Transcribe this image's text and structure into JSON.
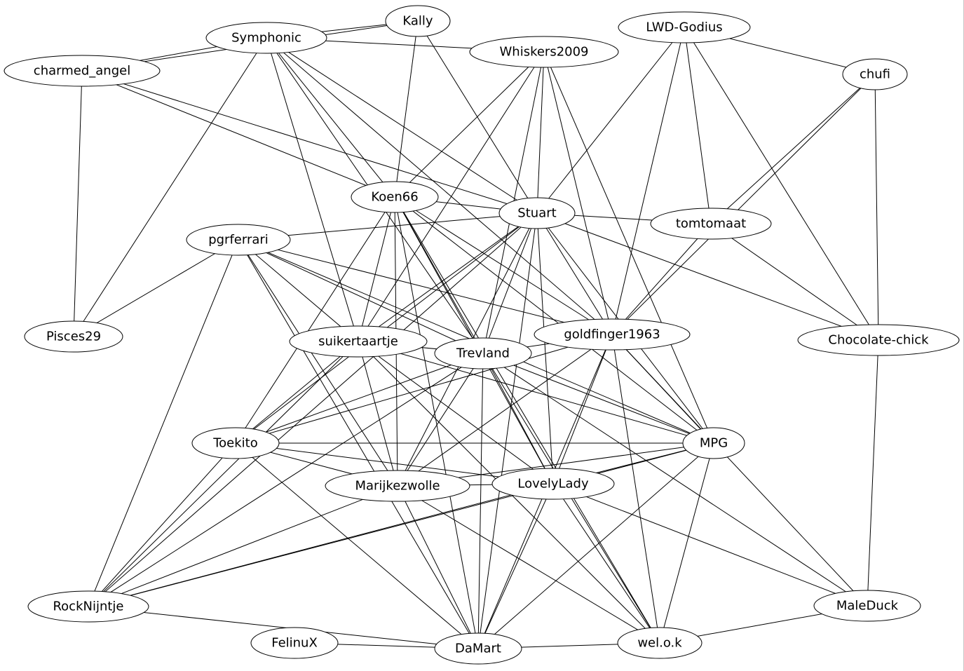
{
  "nodes": [
    {
      "id": "Symphonic",
      "label": "Symphonic"
    },
    {
      "id": "Kally",
      "label": "Kally"
    },
    {
      "id": "charmed_angel",
      "label": "charmed_angel"
    },
    {
      "id": "Whiskers2009",
      "label": "Whiskers2009"
    },
    {
      "id": "LWD-Godius",
      "label": "LWD-Godius"
    },
    {
      "id": "chufi",
      "label": "chufi"
    },
    {
      "id": "Koen66",
      "label": "Koen66"
    },
    {
      "id": "Stuart",
      "label": "Stuart"
    },
    {
      "id": "tomtomaat",
      "label": "tomtomaat"
    },
    {
      "id": "pgrferrari",
      "label": "pgrferrari"
    },
    {
      "id": "Pisces29",
      "label": "Pisces29"
    },
    {
      "id": "suikertaartje",
      "label": "suikertaartje"
    },
    {
      "id": "Trevland",
      "label": "Trevland"
    },
    {
      "id": "goldfinger1963",
      "label": "goldfinger1963"
    },
    {
      "id": "Chocolate-chick",
      "label": "Chocolate-chick"
    },
    {
      "id": "Toekito",
      "label": "Toekito"
    },
    {
      "id": "MPG",
      "label": "MPG"
    },
    {
      "id": "Marijkezwolle",
      "label": "Marijkezwolle"
    },
    {
      "id": "LovelyLady",
      "label": "LovelyLady"
    },
    {
      "id": "RockNijntje",
      "label": "RockNijntje"
    },
    {
      "id": "MaleDuck",
      "label": "MaleDuck"
    },
    {
      "id": "FelinuX",
      "label": "FelinuX"
    },
    {
      "id": "DaMart",
      "label": "DaMart"
    },
    {
      "id": "wel.o.k",
      "label": "wel.o.k"
    }
  ],
  "edges": [
    [
      "Symphonic",
      "Kally"
    ],
    [
      "Symphonic",
      "charmed_angel"
    ],
    [
      "Symphonic",
      "Whiskers2009"
    ],
    [
      "Symphonic",
      "Pisces29"
    ],
    [
      "Symphonic",
      "Koen66"
    ],
    [
      "Symphonic",
      "Stuart"
    ],
    [
      "Symphonic",
      "suikertaartje"
    ],
    [
      "Symphonic",
      "goldfinger1963"
    ],
    [
      "Symphonic",
      "Trevland"
    ],
    [
      "Kally",
      "charmed_angel"
    ],
    [
      "Kally",
      "Koen66"
    ],
    [
      "Kally",
      "Stuart"
    ],
    [
      "charmed_angel",
      "Pisces29"
    ],
    [
      "charmed_angel",
      "Koen66"
    ],
    [
      "charmed_angel",
      "Stuart"
    ],
    [
      "Whiskers2009",
      "Koen66"
    ],
    [
      "Whiskers2009",
      "Stuart"
    ],
    [
      "Whiskers2009",
      "goldfinger1963"
    ],
    [
      "Whiskers2009",
      "suikertaartje"
    ],
    [
      "Whiskers2009",
      "MPG"
    ],
    [
      "Whiskers2009",
      "Trevland"
    ],
    [
      "LWD-Godius",
      "chufi"
    ],
    [
      "LWD-Godius",
      "Stuart"
    ],
    [
      "LWD-Godius",
      "tomtomaat"
    ],
    [
      "LWD-Godius",
      "goldfinger1963"
    ],
    [
      "LWD-Godius",
      "Chocolate-chick"
    ],
    [
      "chufi",
      "tomtomaat"
    ],
    [
      "chufi",
      "goldfinger1963"
    ],
    [
      "chufi",
      "Chocolate-chick"
    ],
    [
      "Koen66",
      "Stuart"
    ],
    [
      "Koen66",
      "suikertaartje"
    ],
    [
      "Koen66",
      "Trevland"
    ],
    [
      "Koen66",
      "goldfinger1963"
    ],
    [
      "Koen66",
      "MPG"
    ],
    [
      "Koen66",
      "LovelyLady"
    ],
    [
      "Koen66",
      "Marijkezwolle"
    ],
    [
      "Koen66",
      "DaMart"
    ],
    [
      "Koen66",
      "wel.o.k"
    ],
    [
      "Koen66",
      "Toekito"
    ],
    [
      "Stuart",
      "tomtomaat"
    ],
    [
      "Stuart",
      "pgrferrari"
    ],
    [
      "Stuart",
      "suikertaartje"
    ],
    [
      "Stuart",
      "Trevland"
    ],
    [
      "Stuart",
      "goldfinger1963"
    ],
    [
      "Stuart",
      "Chocolate-chick"
    ],
    [
      "Stuart",
      "Toekito"
    ],
    [
      "Stuart",
      "MPG"
    ],
    [
      "Stuart",
      "Marijkezwolle"
    ],
    [
      "Stuart",
      "LovelyLady"
    ],
    [
      "Stuart",
      "RockNijntje"
    ],
    [
      "Stuart",
      "DaMart"
    ],
    [
      "tomtomaat",
      "goldfinger1963"
    ],
    [
      "tomtomaat",
      "Chocolate-chick"
    ],
    [
      "pgrferrari",
      "Pisces29"
    ],
    [
      "pgrferrari",
      "suikertaartje"
    ],
    [
      "pgrferrari",
      "Trevland"
    ],
    [
      "pgrferrari",
      "goldfinger1963"
    ],
    [
      "pgrferrari",
      "MPG"
    ],
    [
      "pgrferrari",
      "Marijkezwolle"
    ],
    [
      "pgrferrari",
      "RockNijntje"
    ],
    [
      "pgrferrari",
      "DaMart"
    ],
    [
      "suikertaartje",
      "Trevland"
    ],
    [
      "suikertaartje",
      "Toekito"
    ],
    [
      "suikertaartje",
      "MPG"
    ],
    [
      "suikertaartje",
      "Marijkezwolle"
    ],
    [
      "suikertaartje",
      "LovelyLady"
    ],
    [
      "suikertaartje",
      "RockNijntje"
    ],
    [
      "suikertaartje",
      "wel.o.k"
    ],
    [
      "Trevland",
      "goldfinger1963"
    ],
    [
      "Trevland",
      "Toekito"
    ],
    [
      "Trevland",
      "MPG"
    ],
    [
      "Trevland",
      "Marijkezwolle"
    ],
    [
      "Trevland",
      "LovelyLady"
    ],
    [
      "Trevland",
      "RockNijntje"
    ],
    [
      "Trevland",
      "DaMart"
    ],
    [
      "Trevland",
      "wel.o.k"
    ],
    [
      "Trevland",
      "MaleDuck"
    ],
    [
      "goldfinger1963",
      "Toekito"
    ],
    [
      "goldfinger1963",
      "MPG"
    ],
    [
      "goldfinger1963",
      "Marijkezwolle"
    ],
    [
      "goldfinger1963",
      "LovelyLady"
    ],
    [
      "goldfinger1963",
      "wel.o.k"
    ],
    [
      "goldfinger1963",
      "MaleDuck"
    ],
    [
      "goldfinger1963",
      "DaMart"
    ],
    [
      "Chocolate-chick",
      "MaleDuck"
    ],
    [
      "Toekito",
      "MPG"
    ],
    [
      "Toekito",
      "Marijkezwolle"
    ],
    [
      "Toekito",
      "LovelyLady"
    ],
    [
      "Toekito",
      "RockNijntje"
    ],
    [
      "Toekito",
      "DaMart"
    ],
    [
      "MPG",
      "Marijkezwolle"
    ],
    [
      "MPG",
      "LovelyLady"
    ],
    [
      "MPG",
      "RockNijntje"
    ],
    [
      "MPG",
      "DaMart"
    ],
    [
      "MPG",
      "wel.o.k"
    ],
    [
      "Marijkezwolle",
      "LovelyLady"
    ],
    [
      "Marijkezwolle",
      "RockNijntje"
    ],
    [
      "Marijkezwolle",
      "DaMart"
    ],
    [
      "Marijkezwolle",
      "wel.o.k"
    ],
    [
      "LovelyLady",
      "RockNijntje"
    ],
    [
      "LovelyLady",
      "DaMart"
    ],
    [
      "LovelyLady",
      "wel.o.k"
    ],
    [
      "LovelyLady",
      "MaleDuck"
    ],
    [
      "RockNijntje",
      "DaMart"
    ],
    [
      "FelinuX",
      "DaMart"
    ],
    [
      "DaMart",
      "wel.o.k"
    ],
    [
      "wel.o.k",
      "MaleDuck"
    ]
  ]
}
